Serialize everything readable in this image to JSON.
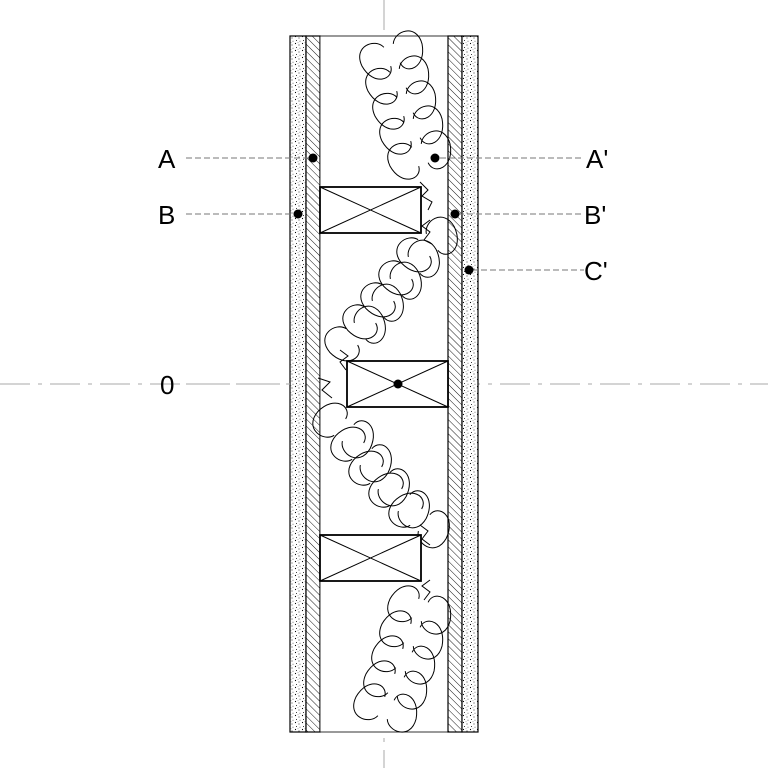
{
  "labels": {
    "a": "A",
    "a_prime": "A'",
    "b": "B",
    "b_prime": "B'",
    "c_prime": "C'",
    "zero": "0"
  },
  "colors": {
    "line": "#000000",
    "leader": "#777777",
    "centerline": "#aaaaaa",
    "background": "#ffffff"
  }
}
